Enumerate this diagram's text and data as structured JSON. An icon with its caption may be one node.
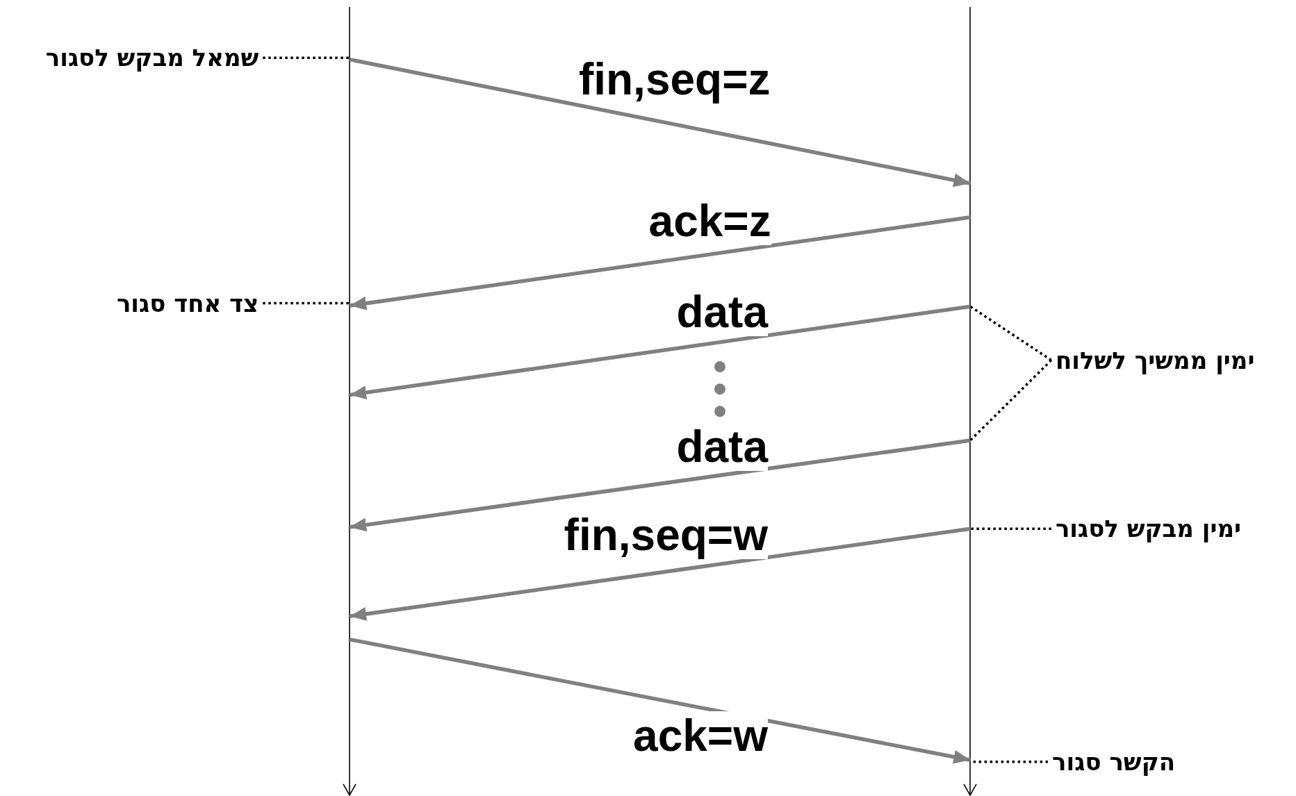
{
  "diagram": {
    "nodes": [
      {
        "text": [],
        "shape": "line"
      },
      {
        "text": [],
        "shape": "line"
      },
      {
        "text": [
          "שמאל מבקש לסגור"
        ]
      },
      {
        "text": [
          "צד אחד סגור"
        ]
      },
      {
        "text": [
          "ימין ממשיך לשלוח"
        ]
      },
      {
        "text": [
          "ימין מבקש לסגור"
        ]
      },
      {
        "text": [
          "הקשר סגור"
        ]
      }
    ],
    "edges": [
      {
        "from": 0,
        "to": 1,
        "arrow": "to",
        "label": "fin,seq=z"
      },
      {
        "from": 1,
        "to": 0,
        "arrow": "to",
        "label": "ack=z"
      },
      {
        "from": 1,
        "to": 0,
        "arrow": "to",
        "label": "data"
      },
      {
        "from": 1,
        "to": 0,
        "arrow": "to",
        "label": "data"
      },
      {
        "from": 1,
        "to": 0,
        "arrow": "to",
        "label": "fin,seq=w"
      },
      {
        "from": 0,
        "to": 1,
        "arrow": "to",
        "label": "ack=w"
      },
      {
        "from": 2,
        "to": 0,
        "arrow": "none",
        "style": "dashed",
        "color": "#000000"
      },
      {
        "from": 3,
        "to": 0,
        "arrow": "none",
        "style": "dashed",
        "color": "#000000"
      },
      {
        "from": 4,
        "to": 1,
        "arrow": "none",
        "style": "dashed",
        "color": "#000000"
      },
      {
        "from": 4,
        "to": 1,
        "arrow": "none",
        "style": "dashed",
        "color": "#000000"
      },
      {
        "from": 5,
        "to": 1,
        "arrow": "none",
        "style": "dashed",
        "color": "#000000"
      },
      {
        "from": 6,
        "to": 1,
        "arrow": "none",
        "style": "dashed",
        "color": "#000000"
      }
    ]
  }
}
